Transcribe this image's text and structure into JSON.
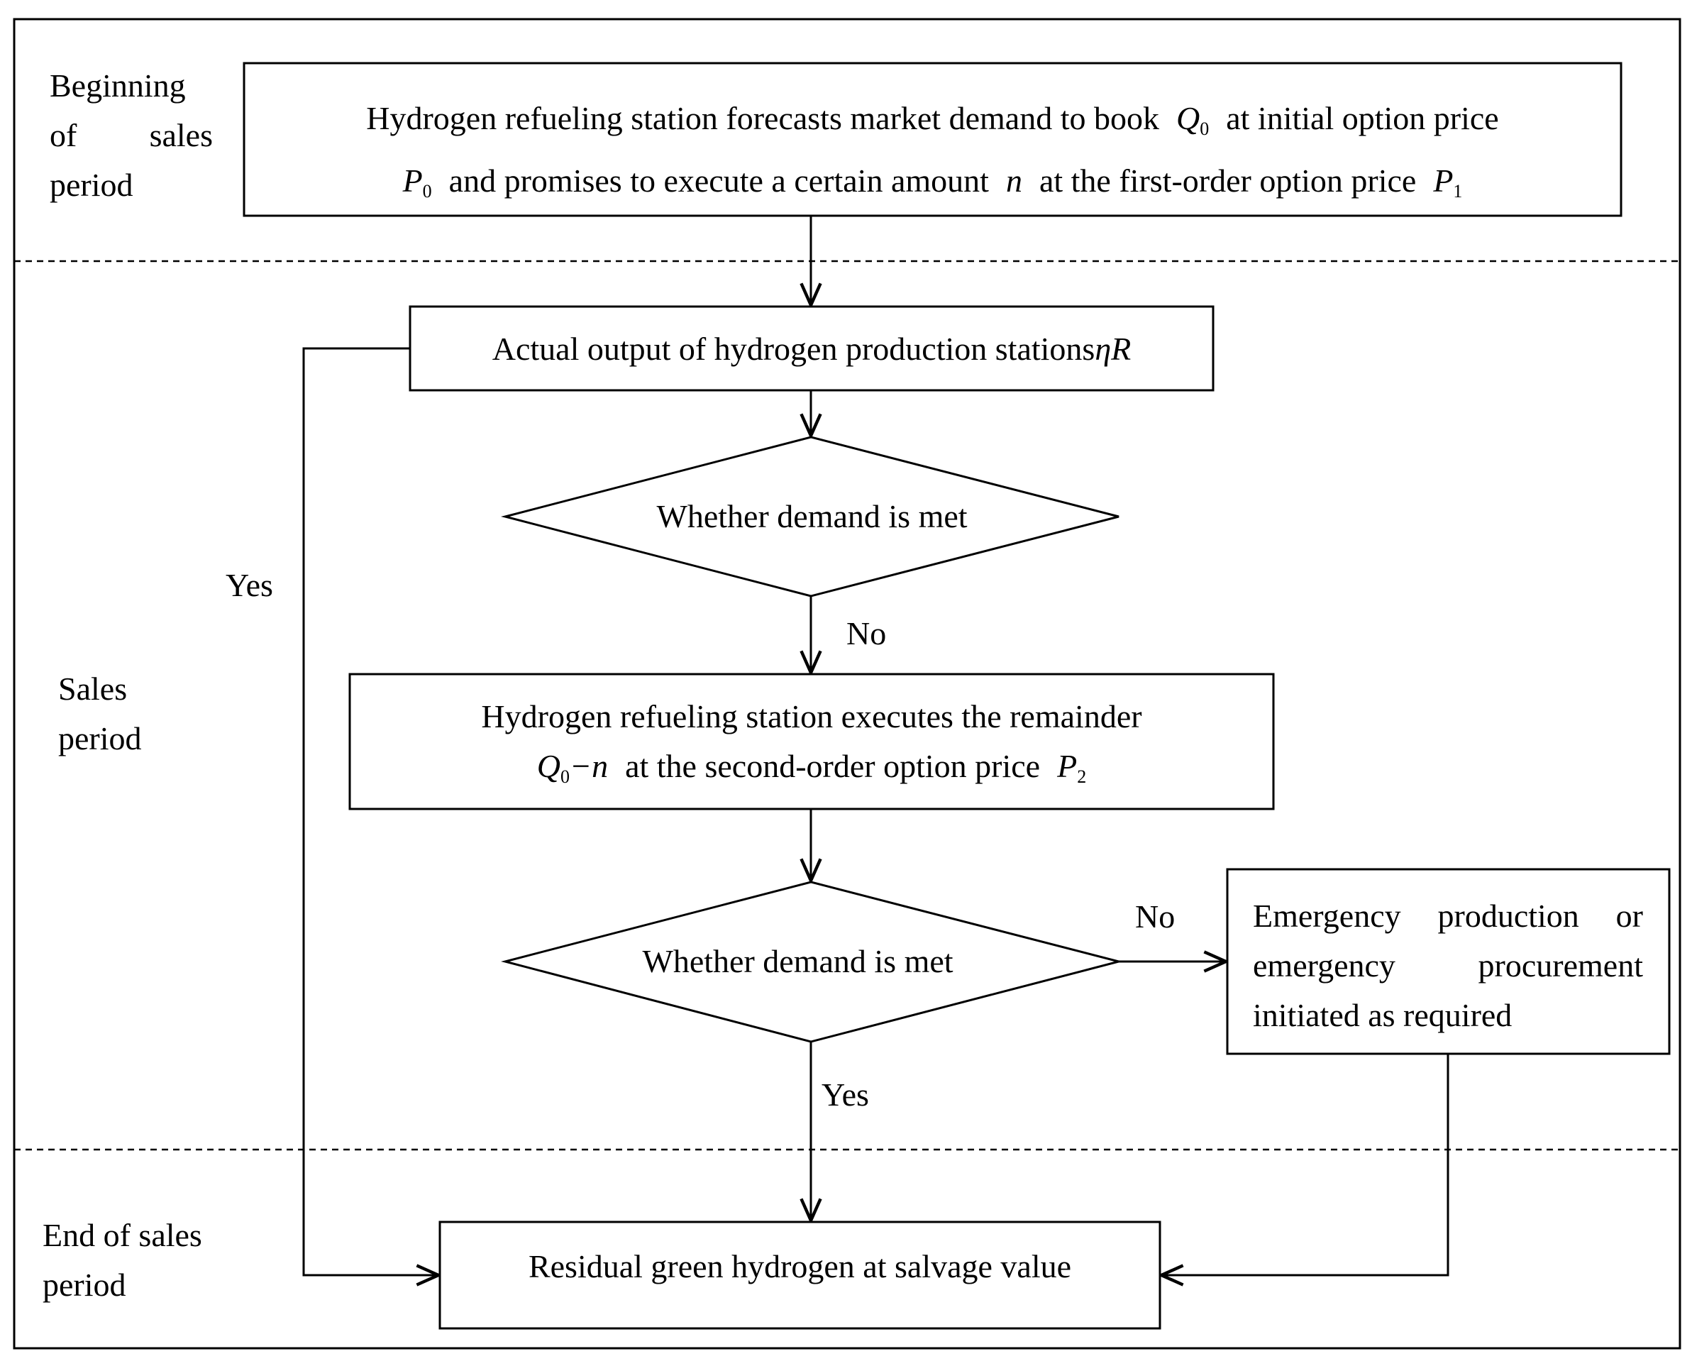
{
  "stages": {
    "beginning": {
      "line1": "Beginning",
      "line2a": "of",
      "line2b": "sales",
      "line3": "period"
    },
    "sales": {
      "line1": "Sales",
      "line2": "period"
    },
    "end": {
      "line1": "End of sales",
      "line2": "period"
    }
  },
  "boxes": {
    "forecast": {
      "l1_text": "Hydrogen refueling station forecasts market demand to book",
      "l1_var": "Q",
      "l1_var_sub": "0",
      "l1_tail": "at initial option price",
      "l2_var1": "P",
      "l2_var1_sub": "0",
      "l2_text": "and promises to execute a certain amount",
      "l2_var2": "n",
      "l2_tail": "at the first-order option price",
      "l2_var3": "P",
      "l2_var3_sub": "1"
    },
    "actual_output": {
      "text": "Actual output of hydrogen production stations",
      "var": "ηR"
    },
    "decision1": {
      "text": "Whether demand is met"
    },
    "execute_remainder": {
      "line1": "Hydrogen refueling station executes the remainder",
      "var_q": "Q",
      "var_q_sub": "0",
      "var_minus_n": "−n",
      "tail": "at the second-order option price",
      "var_p": "P",
      "var_p_sub": "2"
    },
    "decision2": {
      "text": "Whether demand is met"
    },
    "emergency": {
      "l1a": "Emergency",
      "l1b": "production",
      "l1c": "or",
      "l2a": "emergency",
      "l2b": "procurement",
      "l3": "initiated as required"
    },
    "residual": {
      "text": "Residual green hydrogen at salvage value"
    }
  },
  "edge_labels": {
    "yes_left": "Yes",
    "no_after_decision1": "No",
    "no_after_decision2": "No",
    "yes_after_decision2": "Yes"
  }
}
